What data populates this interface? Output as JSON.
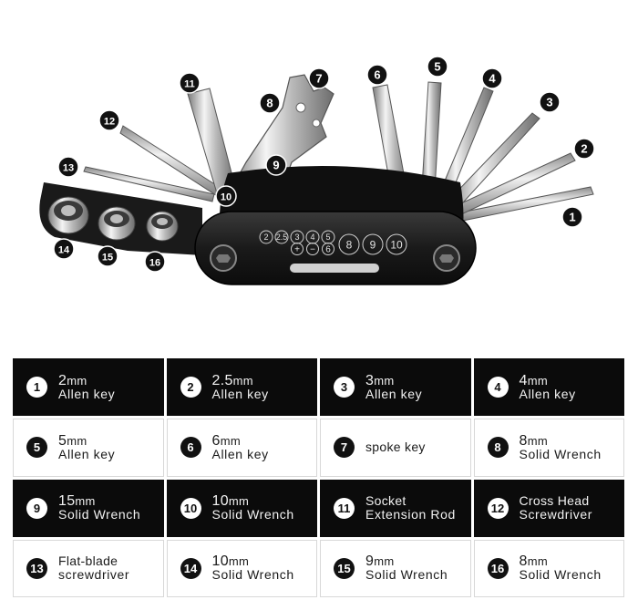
{
  "product": {
    "callouts": [
      "1",
      "2",
      "3",
      "4",
      "5",
      "6",
      "7",
      "8",
      "9",
      "10",
      "11",
      "12",
      "13",
      "14",
      "15",
      "16"
    ],
    "body_markings": {
      "row1": [
        "2",
        "2.5",
        "3",
        "4",
        "5"
      ],
      "row2": [
        "+",
        "−",
        "6"
      ],
      "large": [
        "8",
        "9",
        "10"
      ]
    }
  },
  "specs": [
    {
      "num": "1",
      "value": "2",
      "unit": "mm",
      "name": "Allen key"
    },
    {
      "num": "2",
      "value": "2.5",
      "unit": "mm",
      "name": "Allen key"
    },
    {
      "num": "3",
      "value": "3",
      "unit": "mm",
      "name": "Allen key"
    },
    {
      "num": "4",
      "value": "4",
      "unit": "mm",
      "name": "Allen key"
    },
    {
      "num": "5",
      "value": "5",
      "unit": "mm",
      "name": "Allen key"
    },
    {
      "num": "6",
      "value": "6",
      "unit": "mm",
      "name": "Allen key"
    },
    {
      "num": "7",
      "line1": "spoke key"
    },
    {
      "num": "8",
      "value": "8",
      "unit": "mm",
      "name": "Solid Wrench"
    },
    {
      "num": "9",
      "value": "15",
      "unit": "mm",
      "name": "Solid Wrench"
    },
    {
      "num": "10",
      "value": "10",
      "unit": "mm",
      "name": "Solid Wrench"
    },
    {
      "num": "11",
      "line1": "Socket",
      "name": "Extension Rod"
    },
    {
      "num": "12",
      "line1": "Cross Head",
      "name": "Screwdriver"
    },
    {
      "num": "13",
      "line1": "Flat-blade",
      "name": "screwdriver"
    },
    {
      "num": "14",
      "value": "10",
      "unit": "mm",
      "name": "Solid Wrench"
    },
    {
      "num": "15",
      "value": "9",
      "unit": "mm",
      "name": "Solid Wrench"
    },
    {
      "num": "16",
      "value": "8",
      "unit": "mm",
      "name": "Solid Wrench"
    }
  ]
}
